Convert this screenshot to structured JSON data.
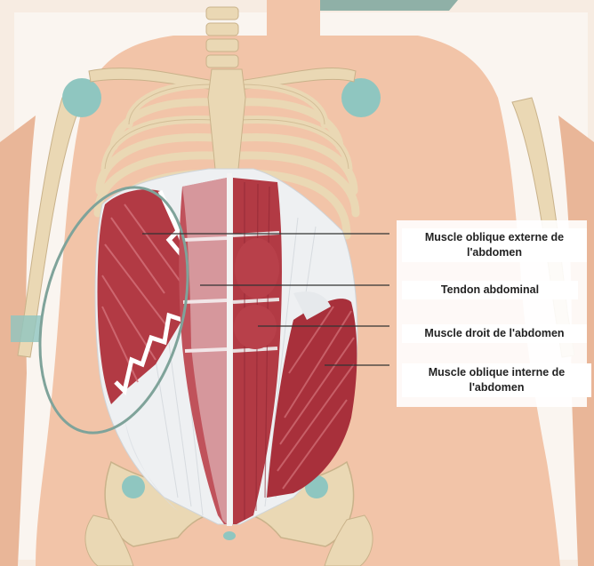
{
  "labels": {
    "external_oblique": "Muscle oblique externe de l'abdomen",
    "abdominal_tendon": "Tendon abdominal",
    "rectus_abdominis": "Muscle droit de l'abdomen",
    "internal_oblique": "Muscle oblique interne de l'abdomen"
  },
  "colors": {
    "background": "#f7ece2",
    "skin": "#f2c4a8",
    "bone": "#ead8b4",
    "muscle": "#b23a44",
    "tendon": "#eef0f2",
    "cartilage": "#8fc6c0",
    "highlight_ring": "#7fa39a",
    "top_tab": "#8fb0a7"
  }
}
